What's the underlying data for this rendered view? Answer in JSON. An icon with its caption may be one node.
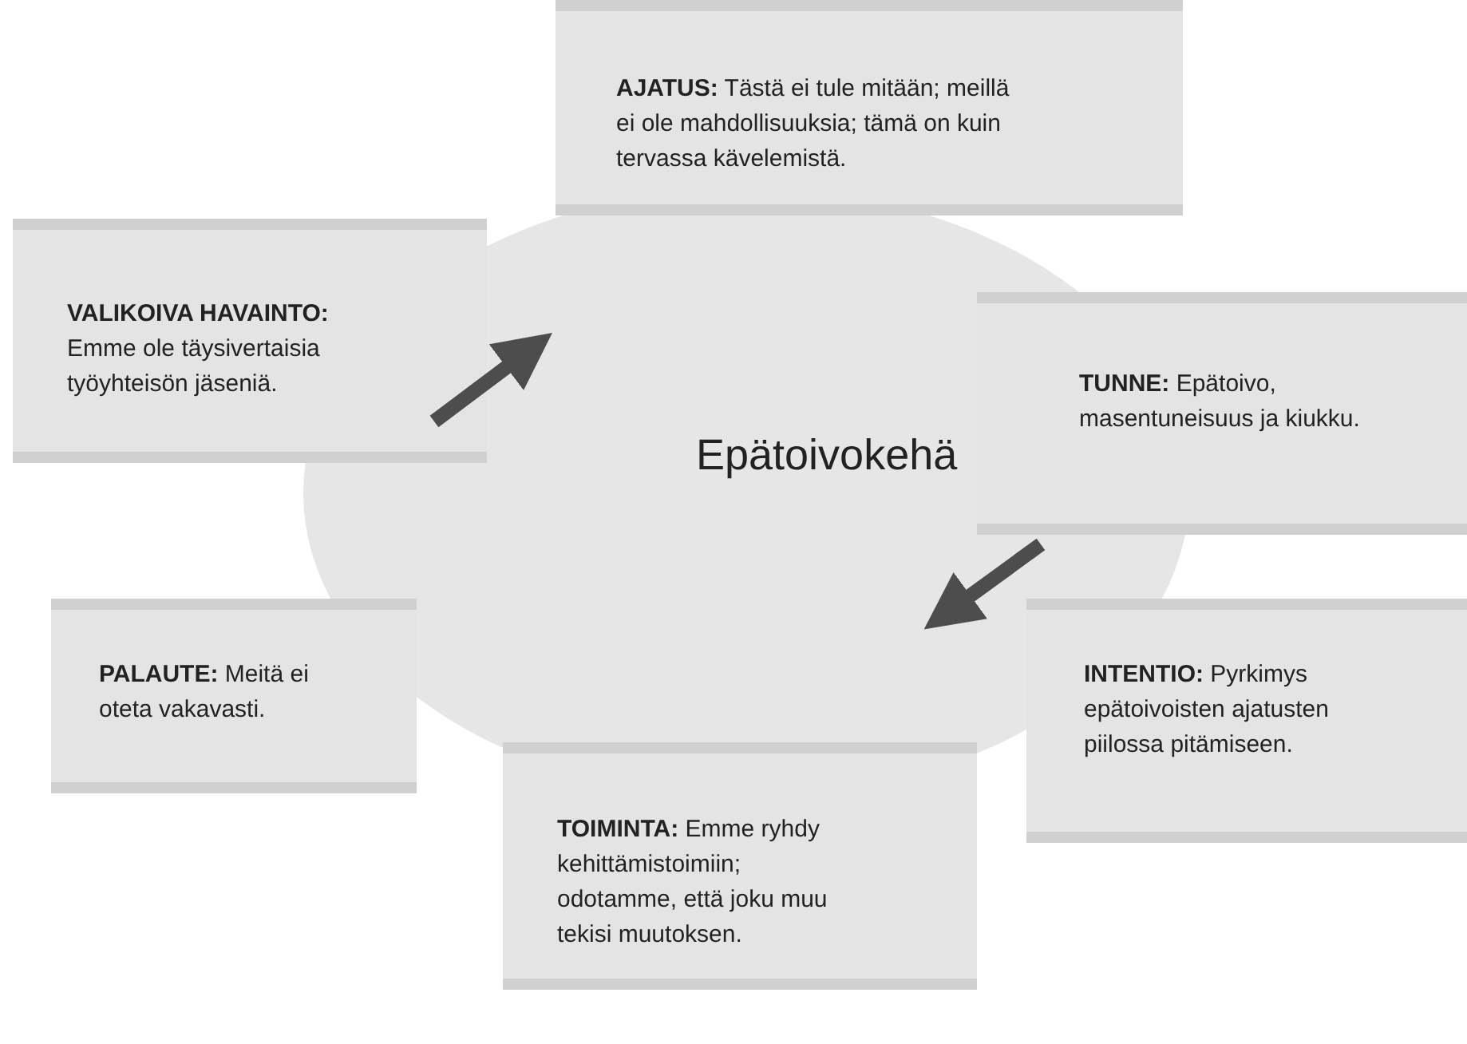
{
  "diagram": {
    "nodes": [
      {
        "text": [
          "**AJATUS:** Tästä ei tule mitään; meillä ei ole mahdollisuuksia; tämä on kuin tervassa kävelemistä."
        ]
      },
      {
        "text": [
          "**VALIKOIVA HAVAINTO:** Emme ole täysivertaisia työyhteisön jäseniä."
        ]
      },
      {
        "text": [
          "**TUNNE:** Epätoivo, masentuneisuus ja kiukku."
        ]
      },
      {
        "text": [
          "Epätoivokehä"
        ]
      },
      {
        "text": [
          "**PALAUTE:** Meitä ei oteta vakavasti."
        ]
      },
      {
        "text": [
          "**INTENTIO:** Pyrkimys epätoivoisten ajatusten piilossa pitämiseen."
        ]
      },
      {
        "text": [
          "**TOIMINTA:** Emme ryhdy kehittämistoimiin; odotamme, että joku muu tekisi muutoksen."
        ]
      }
    ]
  }
}
